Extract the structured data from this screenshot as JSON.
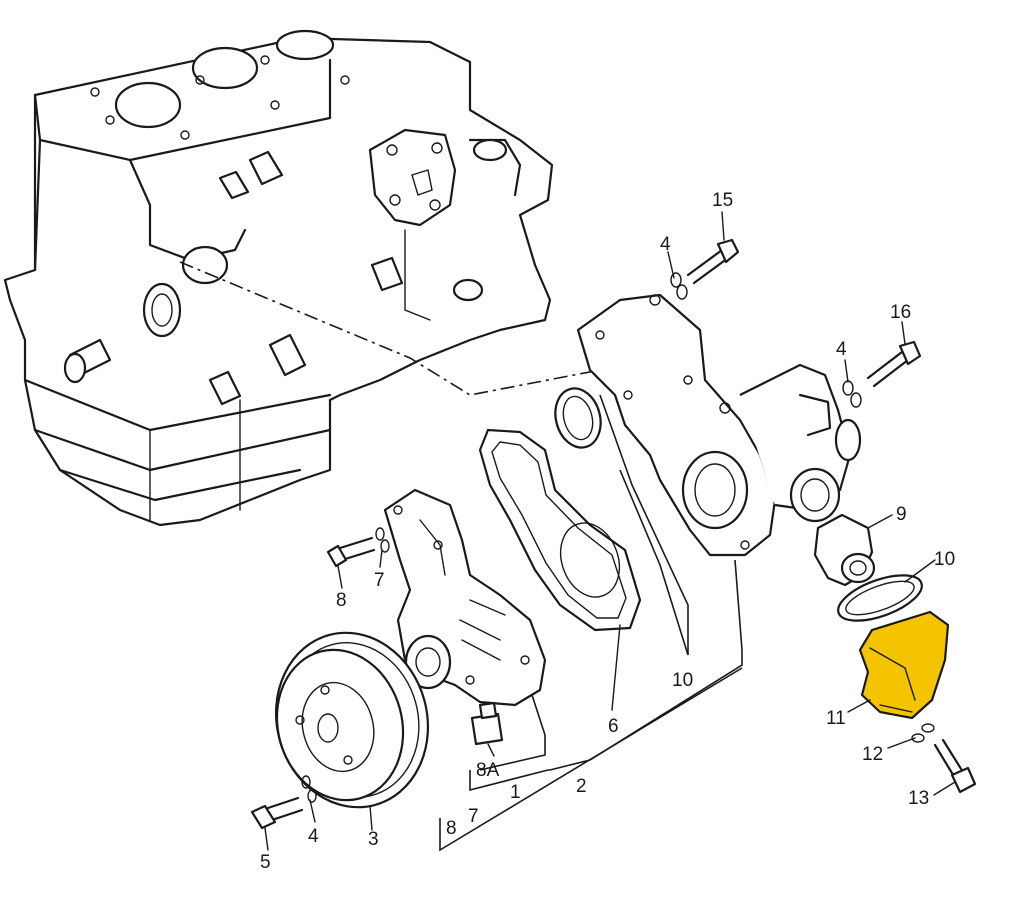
{
  "highlight_color": "#f5c400",
  "line_color": "#1a1a1a",
  "labels": {
    "l1": "1",
    "l2": "2",
    "l3": "3",
    "l4a": "4",
    "l4b": "4",
    "l4c": "4",
    "l5": "5",
    "l6": "6",
    "l7a": "7",
    "l7b": "7",
    "l8a": "8",
    "l8b": "8",
    "l8A": "8A",
    "l9": "9",
    "l10a": "10",
    "l10b": "10",
    "l11": "11",
    "l12": "12",
    "l13": "13",
    "l15": "15",
    "l16": "16"
  }
}
